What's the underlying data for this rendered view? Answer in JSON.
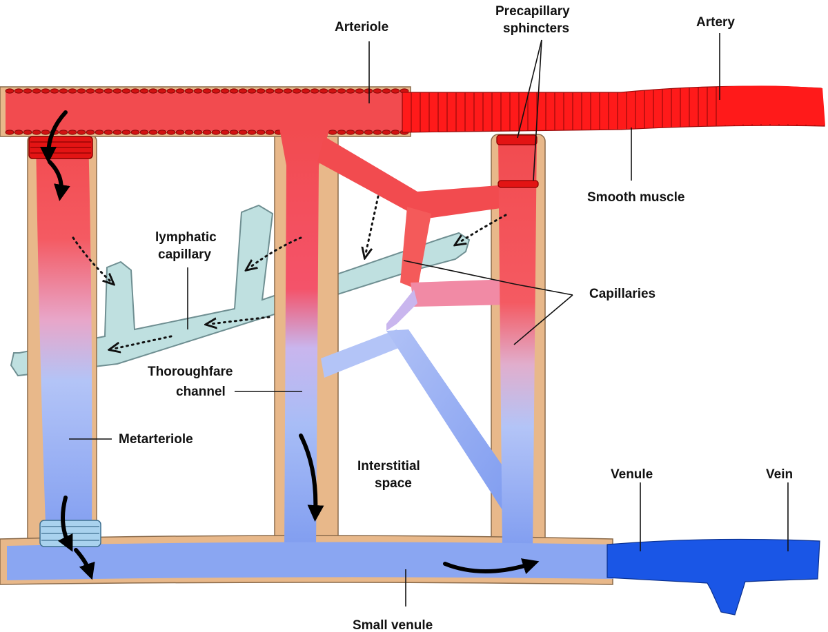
{
  "labels": {
    "arteriole": "Arteriole",
    "precapillary_1": "Precapillary",
    "precapillary_2": "sphincters",
    "artery": "Artery",
    "smooth_muscle": "Smooth muscle",
    "lymphatic_1": "lymphatic",
    "lymphatic_2": "capillary",
    "capillaries": "Capillaries",
    "thoroughfare_1": "Thoroughfare",
    "thoroughfare_2": "channel",
    "metarteriole": "Metarteriole",
    "interstitial_1": "Interstitial",
    "interstitial_2": "space",
    "venule": "Venule",
    "vein": "Vein",
    "small_venule": "Small venule"
  },
  "colors": {
    "arterial": "#f24b4f",
    "artery": "#ff1a1a",
    "venous": "#8fa9f2",
    "vein": "#1a56e6",
    "lymph": "#bfe0e0",
    "tissue": "#e8b88a",
    "sphincter_red": "#e31414",
    "sphincter_blue": "#a9d2ee"
  }
}
